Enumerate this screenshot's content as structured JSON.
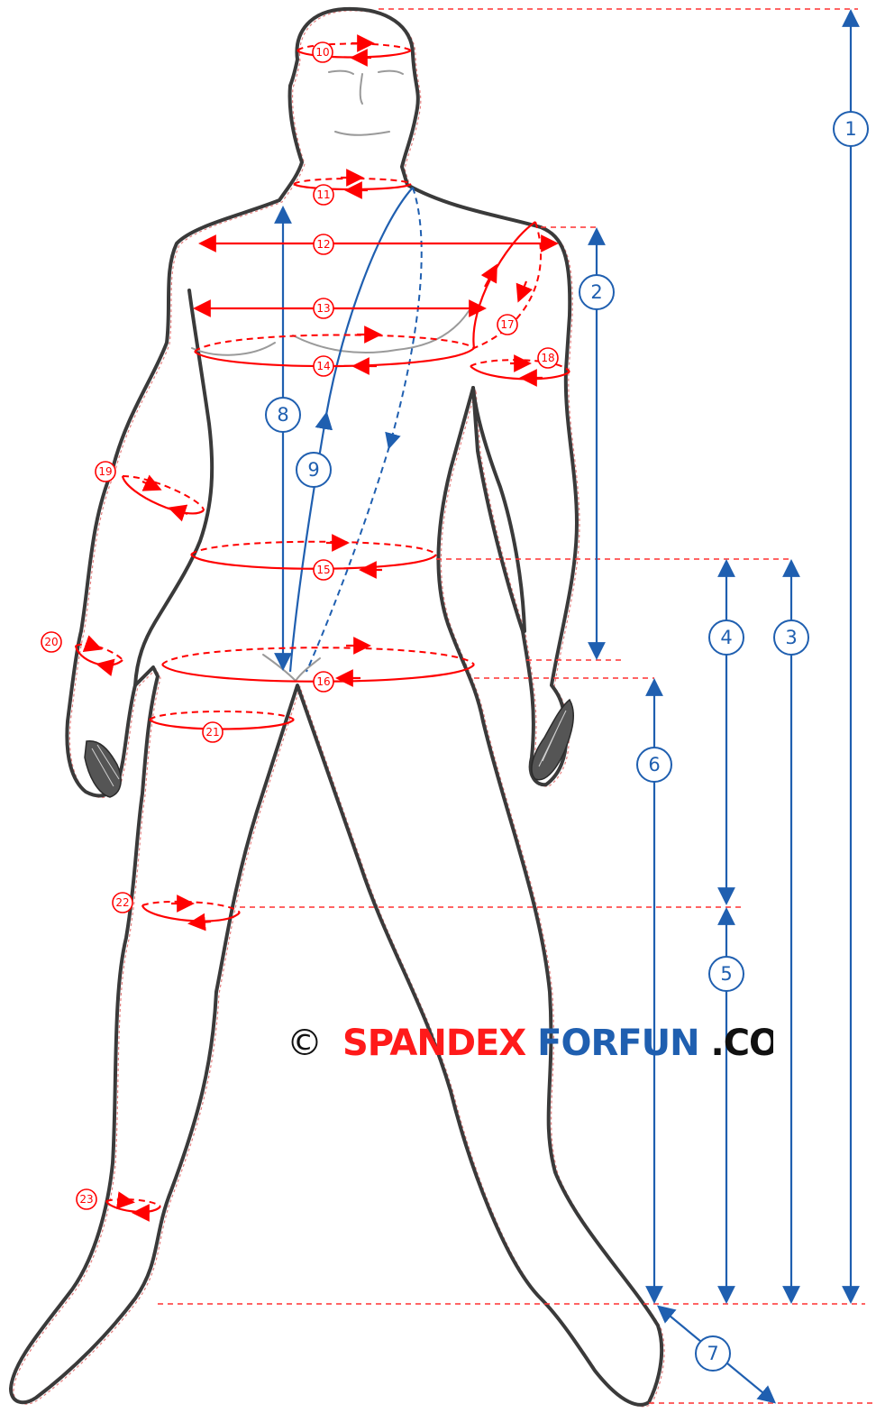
{
  "diagram": {
    "blue_measurements": [
      "1",
      "2",
      "3",
      "4",
      "5",
      "6",
      "7",
      "8",
      "9"
    ],
    "red_measurements": [
      "10",
      "11",
      "12",
      "13",
      "14",
      "15",
      "16",
      "17",
      "18",
      "19",
      "20",
      "21",
      "22",
      "23"
    ]
  },
  "watermark": {
    "copyright_symbol": "©",
    "word_red": "SPANDEX",
    "word_blue": "FORFUN",
    "word_black": ".COM"
  },
  "colors": {
    "blue": "#1f5fb0",
    "red": "#ff0000",
    "outline": "#3a3a3a"
  }
}
